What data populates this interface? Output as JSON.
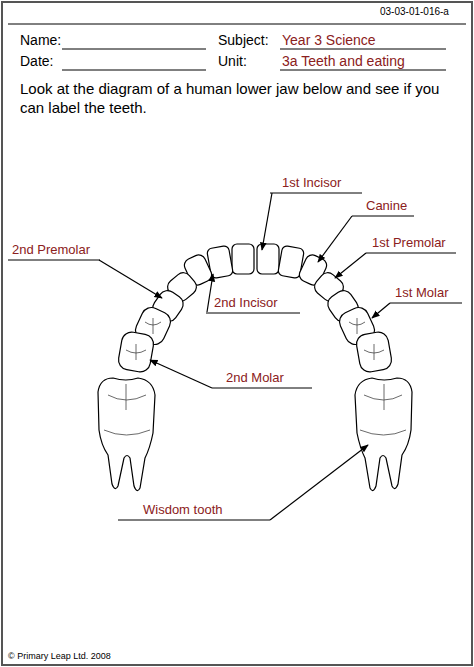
{
  "diagram": {
    "labels": [
      "03-03-01-016-a",
      "Name:",
      "Subject:",
      "Year 3 Science",
      "Date:",
      "Unit:",
      "3a Teeth and eating",
      "Look at the diagram of a human lower jaw below and see if you can label the teeth.",
      "1st Incisor",
      "Canine",
      "2nd Premolar",
      "1st Premolar",
      "1st Molar",
      "2nd Incisor",
      "2nd Molar",
      "Wisdom tooth",
      "© Primary Leap Ltd. 2008"
    ]
  }
}
